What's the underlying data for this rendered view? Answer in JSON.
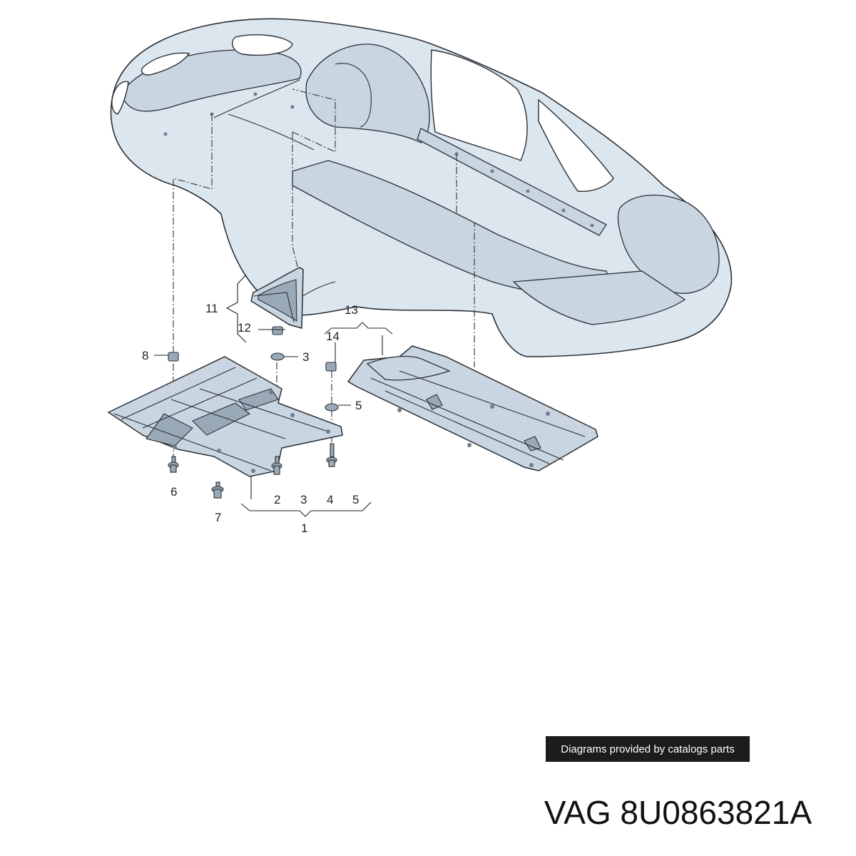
{
  "diagram": {
    "callouts": {
      "c1": "1",
      "c2": "2",
      "c3a": "3",
      "c3b": "3",
      "c4": "4",
      "c5a": "5",
      "c5b": "5",
      "c6": "6",
      "c7": "7",
      "c8": "8",
      "c11": "11",
      "c12": "12",
      "c13": "13",
      "c14": "14"
    },
    "colors": {
      "body_fill": "#dce6ef",
      "panel_fill": "#c9d5e0",
      "outline": "#2a2f36",
      "banner_bg": "#1c1c1c"
    }
  },
  "credit_banner": "Diagrams provided by catalogs parts",
  "part_number": "VAG 8U0863821A"
}
